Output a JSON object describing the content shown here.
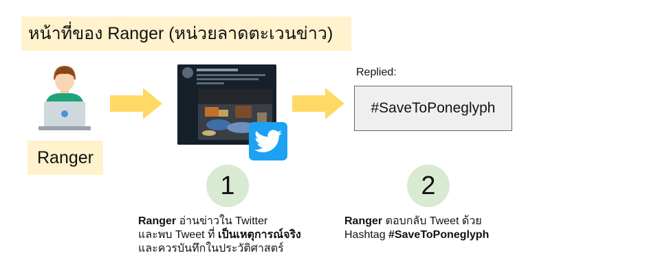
{
  "title": "หน้าที่ของ Ranger (หน่วยลาดตะเวนข่าว)",
  "actor": {
    "label": "Ranger"
  },
  "reply": {
    "label": "Replied:",
    "hashtag": "#SaveToPoneglyph"
  },
  "steps": [
    {
      "number": "1",
      "line1_bold": "Ranger",
      "line1_text": " อ่านข่าวใน Twitter",
      "line2_text": "และพบ Tweet ที่ ",
      "line2_bold": "เป็นเหตุการณ์จริง",
      "line3_text": "และควรบันทึกในประวัติศาสตร์"
    },
    {
      "number": "2",
      "line1_bold": "Ranger",
      "line1_text": " ตอบกลับ Tweet ด้วย",
      "line2_text": "Hashtag ",
      "line2_bold": "#SaveToPoneglyph"
    }
  ],
  "colors": {
    "label_fill": "#fff2cc",
    "arrow": "#ffd966",
    "step_circle": "#d9ead3",
    "twitter_blue": "#1da1f2",
    "reply_box": "#efefef"
  }
}
